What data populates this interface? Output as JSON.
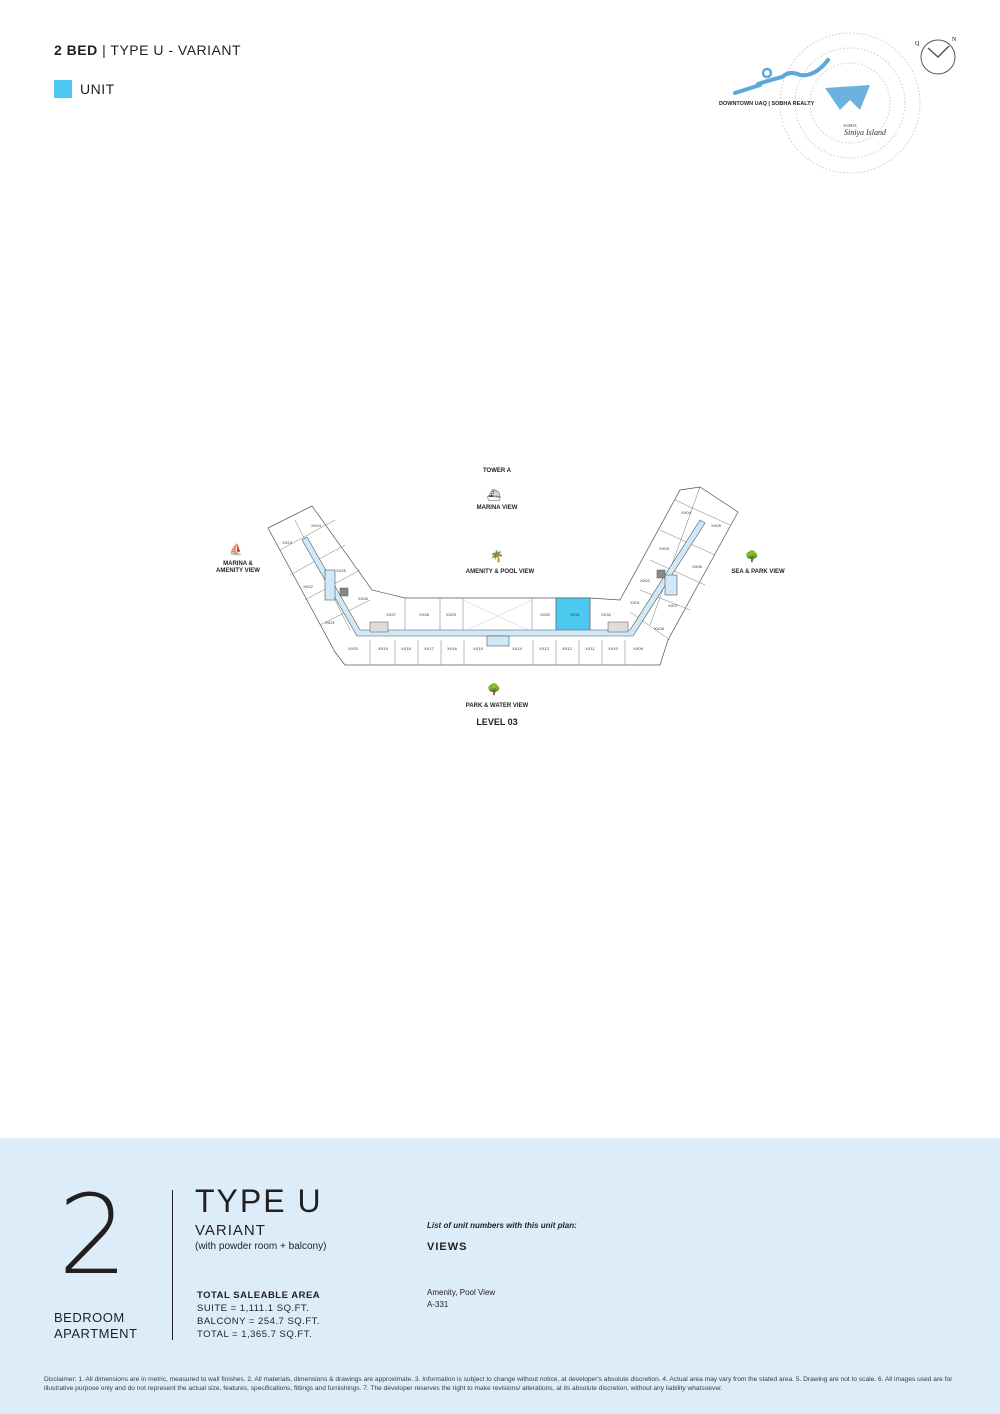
{
  "header": {
    "bed": "2 BED",
    "type": "TYPE U - VARIANT"
  },
  "legend": {
    "label": "UNIT",
    "color": "#4dc8f0"
  },
  "logo": {
    "left_text": "DOWNTOWN UAQ | SOBHA REALTY",
    "brand": "SOBHA",
    "script": "Siniya Island",
    "compass_q": "Q",
    "compass_n": "N"
  },
  "plan": {
    "tower": "TOWER A",
    "views": {
      "marina": "MARINA VIEW",
      "marina_amenity": "MARINA &\nAMENITY VIEW",
      "amenity_pool": "AMENITY & POOL VIEW",
      "sea_park": "SEA & PARK VIEW",
      "park_water": "PARK & WATER VIEW"
    },
    "level": "LEVEL 03",
    "highlight_unit": "XX31",
    "units": [
      "XX24",
      "XX23",
      "XX25",
      "XX22",
      "XX26",
      "XX21",
      "XX20",
      "XX27",
      "XX28",
      "XX29",
      "XX30",
      "XX31",
      "XX32",
      "XX19",
      "XX18",
      "XX17",
      "XX16",
      "XX15",
      "XX14",
      "XX13",
      "XX12",
      "XX11",
      "XX10",
      "XX09",
      "XX08",
      "XX07",
      "XX06",
      "XX05",
      "XX04",
      "XX03",
      "XX02",
      "XX01"
    ]
  },
  "footer": {
    "number": "2",
    "bedroom": "BEDROOM",
    "apartment": "APARTMENT",
    "type": "TYPE U",
    "variant": "VARIANT",
    "subtitle": "(with powder room + balcony)",
    "area_title": "TOTAL SALEABLE AREA",
    "suite": "SUITE = 1,111.1 SQ.FT.",
    "balcony": "BALCONY = 254.7 SQ.FT.",
    "total": "TOTAL = 1,365.7 SQ.FT.",
    "list_label": "List of unit numbers with this unit plan:",
    "views_label": "VIEWS",
    "view_name": "Amenity, Pool View",
    "unit_number": "A-331"
  },
  "disclaimer": "Disclaimer: 1. All dimensions are in metric, measured to wall finishes. 2. All materials, dimensions & drawings are approximate. 3. Information is subject to change without notice, at developer's absolute discretion. 4. Actual area may vary from the stated area. 5. Drawing are not to scale. 6. All images used are for illustrative purpose only and do not represent the actual size, features, specifications, fittings and furnishings. 7. The developer reserves the right to make revisions/ alterations, at its absolute discretion, without any liability whatsoever."
}
